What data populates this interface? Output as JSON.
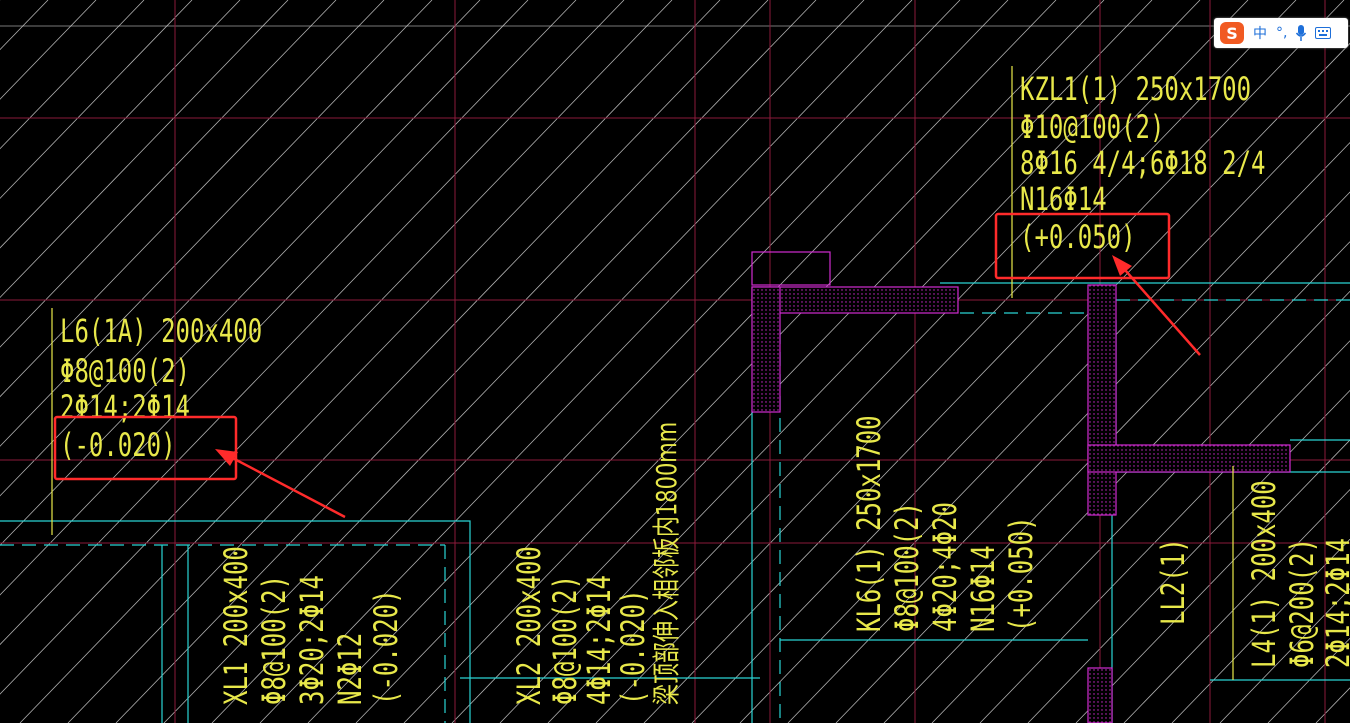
{
  "ime_toolbar": {
    "logo": "S",
    "mode": "中",
    "punct": "°,",
    "icons": [
      "microphone-icon",
      "keyboard-icon"
    ]
  },
  "colors": {
    "background": "#000000",
    "annotation_text": "#e8e84a",
    "grid_red": "#8a1a3a",
    "hatch_white": "#d8d8d8",
    "cyan": "#2ad4d4",
    "magenta": "#d02cd0",
    "highlight_red": "#ff2b2b"
  },
  "labels": {
    "kzl1": [
      "KZL1(1) 250x1700",
      "Φ10@100(2)",
      "8Φ16 4/4;6Φ18 2/4",
      "N16Φ14",
      "(+0.050)"
    ],
    "l6": [
      "L6(1A) 200x400",
      "Φ8@100(2)",
      "2Φ14;2Φ14",
      "(-0.020)"
    ],
    "xl1": [
      "XL1 200x400",
      "Φ8@100(2)",
      "3Φ20;2Φ14",
      "N2Φ12",
      "(-0.020)"
    ],
    "xl2": [
      "XL2 200x400",
      "Φ8@100(2)",
      "4Φ14;2Φ14",
      "(-0.020)",
      "梁顶部伸入相邻板内1800mm"
    ],
    "kl6": [
      "KL6(1) 250x1700",
      "Φ8@100(2)",
      "4Φ20;4Φ20",
      "N16Φ14",
      "(+0.050)"
    ],
    "ll2": [
      "LL2(1)"
    ],
    "l4": [
      "L4(1) 200x400",
      "Φ6@200(2)",
      "2Φ14;2Φ14"
    ]
  }
}
